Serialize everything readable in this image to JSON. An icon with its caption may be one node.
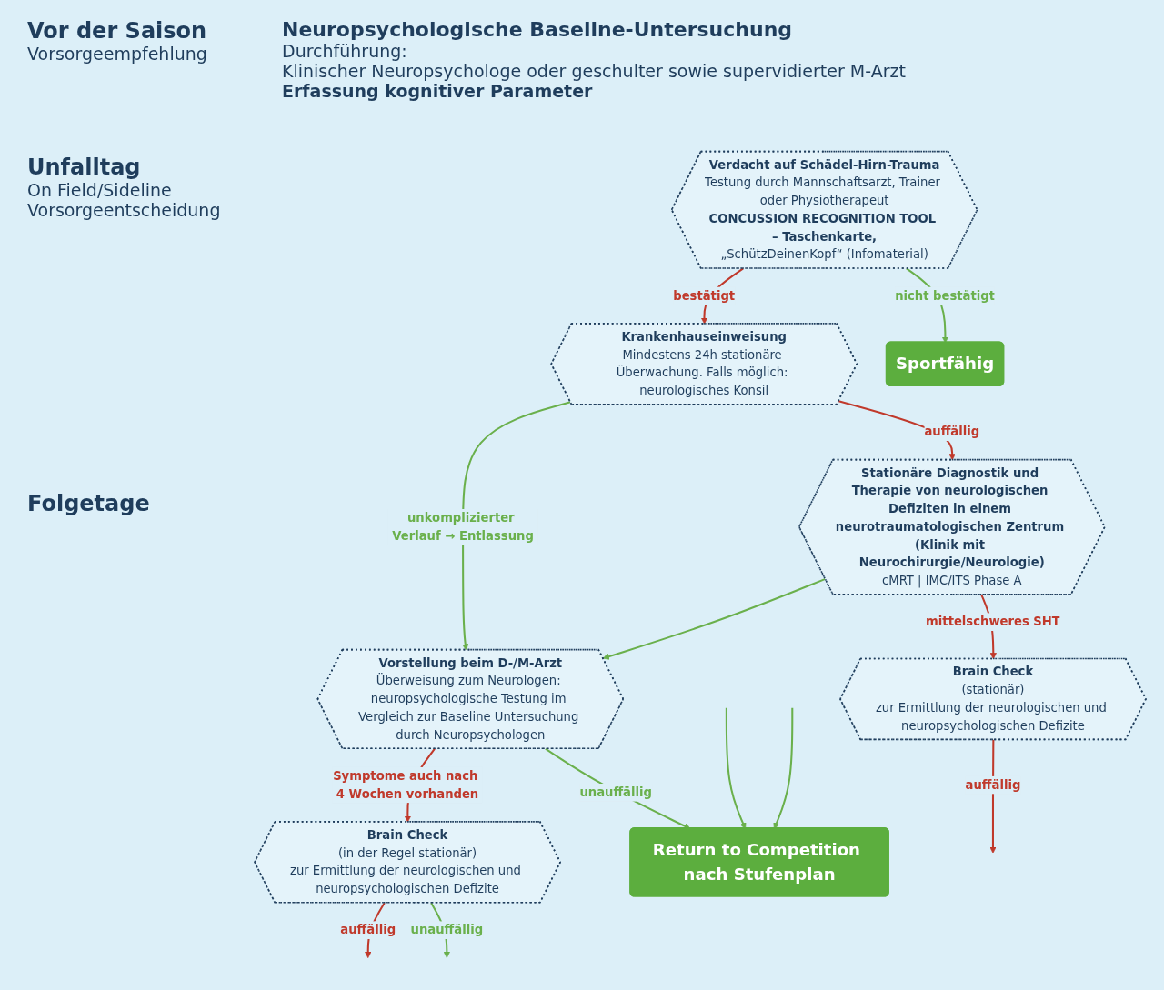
{
  "diagram": {
    "nodes": [
      {
        "text": [
          "Verdacht auf Schädel-Hirn-Trauma",
          "Testung durch Mannschaftsarzt, Trainer oder Physiotherapeut",
          "CONCUSSION RECOGNITION TOOL – Taschenkarte,",
          "„SchützDeinenKopf“ (Infomaterial)"
        ]
      },
      {
        "text": [
          "Krankenhauseinweisung",
          "Mindestens 24h stationäre Überwachung. Falls möglich: neurologisches Konsil"
        ]
      },
      {
        "text": [
          "Sportfähig"
        ]
      },
      {
        "text": [
          "Stationäre Diagnostik und Therapie von neurologischen Defiziten in einem neurotraumatologischen Zentrum (Klinik mit Neurochirurgie/Neurologie)",
          "cMRT | IMC/ITS Phase A"
        ]
      },
      {
        "text": [
          "Vorstellung beim D-/M-Arzt",
          "Überweisung zum Neurologen: neuropsychologische Testung im Vergleich zur Baseline Untersuchung durch Neuropsychologen"
        ]
      },
      {
        "text": [
          "Brain Check",
          "(stationär)",
          "zur Ermittlung der neurologischen und neuropsychologischen Defizite"
        ]
      },
      {
        "text": [
          "Brain Check",
          "(in der Regel stationär)",
          "zur Ermittlung der neurologischen und neuropsychologischen Defizite"
        ]
      },
      {
        "text": [
          "Return to Competition nach Stufenplan"
        ]
      }
    ],
    "edges": [
      {
        "from": 0,
        "to": 1,
        "arrow": "to",
        "label": "bestätigt",
        "color": "#c0392b"
      },
      {
        "from": 0,
        "to": 2,
        "arrow": "to",
        "label": "nicht bestätigt"
      },
      {
        "from": 1,
        "to": 3,
        "arrow": "to",
        "label": "auffällig",
        "color": "#c0392b"
      },
      {
        "from": 1,
        "to": 4,
        "arrow": "to",
        "label": "unkomplizierter Verlauf → Entlassung"
      },
      {
        "from": 3,
        "to": 4,
        "arrow": "to"
      },
      {
        "from": 3,
        "to": 5,
        "arrow": "to",
        "label": "mittelschweres SHT",
        "color": "#c0392b"
      },
      {
        "from": 4,
        "to": 6,
        "arrow": "to",
        "label": "Symptome auch nach 4 Wochen vorhanden",
        "color": "#c0392b"
      },
      {
        "from": 4,
        "to": 7,
        "arrow": "to",
        "label": "unauffällig"
      },
      {
        "from": 5,
        "to": null,
        "arrow": "to",
        "label": "auffällig",
        "color": "#c0392b"
      },
      {
        "from": 6,
        "to": null,
        "arrow": "to",
        "label": "auffällig",
        "color": "#c0392b"
      },
      {
        "from": 6,
        "to": null,
        "arrow": "to",
        "label": "unauffällig"
      },
      {
        "from": null,
        "to": 7,
        "arrow": "to"
      },
      {
        "from": null,
        "to": 7,
        "arrow": "to"
      }
    ],
    "labels": [
      "Vor der Saison",
      "Vorsorgeempfehlung",
      "Neuropsychologische Baseline-Untersuchung",
      "Durchführung:",
      "Klinischer Neuropsychologe oder geschulter sowie supervidierter M-Arzt",
      "Erfassung kognitiver Parameter",
      "Unfalltag",
      "On Field/Sideline",
      "Vorsorgeentscheidung",
      "Folgetage"
    ]
  }
}
